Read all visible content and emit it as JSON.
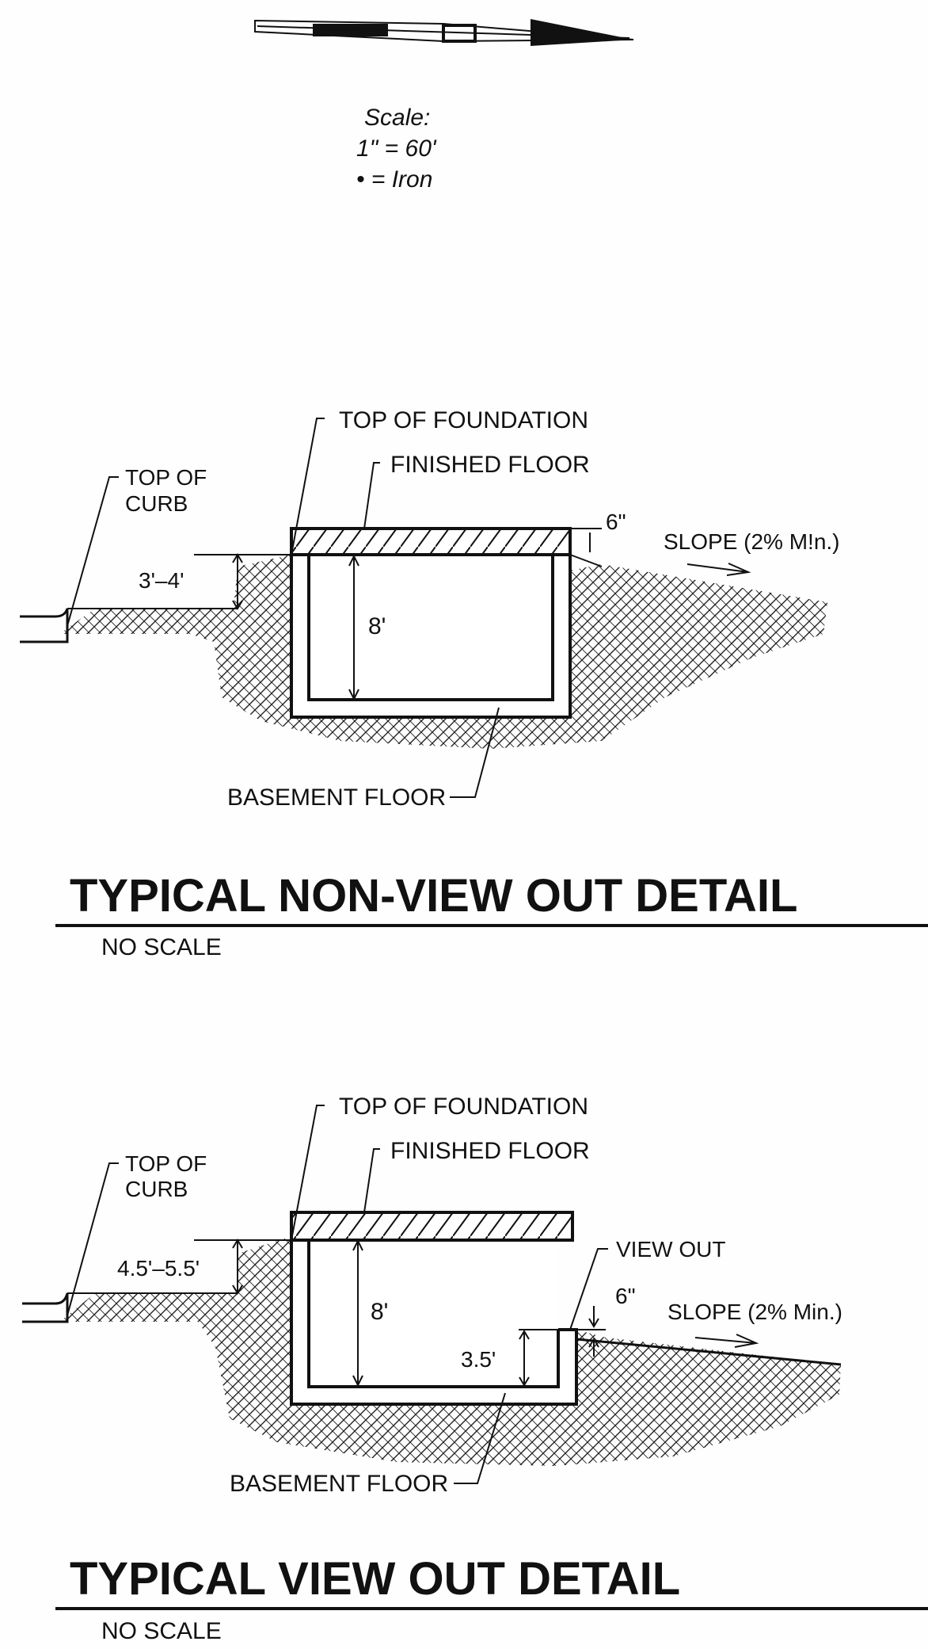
{
  "legend": {
    "scale_label": "Scale:",
    "scale_value": "1\" = 60'",
    "iron_label": "• = Iron"
  },
  "detail1": {
    "top_of_foundation": "TOP OF FOUNDATION",
    "finished_floor": "FINISHED FLOOR",
    "top_of_curb_line1": "TOP OF",
    "top_of_curb_line2": "CURB",
    "curb_height": "3'–4'",
    "wall_height": "8'",
    "slab_thickness": "6\"",
    "slope": "SLOPE (2% M!n.)",
    "basement_floor": "BASEMENT FLOOR",
    "title": "TYPICAL NON-VIEW OUT DETAIL",
    "scale_note": "NO SCALE"
  },
  "detail2": {
    "top_of_foundation": "TOP OF FOUNDATION",
    "finished_floor": "FINISHED FLOOR",
    "top_of_curb_line1": "TOP OF",
    "top_of_curb_line2": "CURB",
    "curb_height": "4.5'–5.5'",
    "wall_height": "8'",
    "view_out": "VIEW OUT",
    "slab_thickness": "6\"",
    "viewout_height": "3.5'",
    "slope": "SLOPE (2% Min.)",
    "basement_floor": "BASEMENT FLOOR",
    "title": "TYPICAL VIEW OUT DETAIL",
    "scale_note": "NO SCALE"
  },
  "colors": {
    "ink": "#111111",
    "paper": "#fefefe"
  }
}
